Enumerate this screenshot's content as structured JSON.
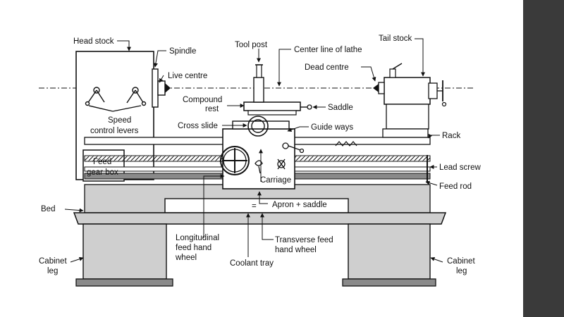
{
  "colors": {
    "background": "#ffffff",
    "side_bar": "#3a3a3a",
    "line": "#111111",
    "gray_fill": "#cfcfcf",
    "dark_fill": "#8a8a8a"
  },
  "labels": {
    "head_stock": "Head stock",
    "spindle": "Spindle",
    "tool_post": "Tool post",
    "center_line": "Center line of lathe",
    "tail_stock": "Tail stock",
    "live_centre": "Live centre",
    "dead_centre": "Dead centre",
    "compound_rest_1": "Compound",
    "compound_rest_2": "rest",
    "saddle": "Saddle",
    "speed_levers_1": "Speed",
    "speed_levers_2": "control levers",
    "cross_slide": "Cross slide",
    "guide_ways": "Guide ways",
    "rack": "Rack",
    "feed_gear_box_1": "Feed",
    "feed_gear_box_2": "gear box",
    "lead_screw": "Lead screw",
    "carriage": "Carriage",
    "feed_rod": "Feed rod",
    "bed": "Bed",
    "apron_saddle": "Apron + saddle",
    "apron_symbol": "=",
    "longitudinal_1": "Longitudinal",
    "longitudinal_2": "feed hand",
    "longitudinal_3": "wheel",
    "transverse_1": "Transverse feed",
    "transverse_2": "hand wheel",
    "coolant_tray": "Coolant tray",
    "cabinet_leg_left_1": "Cabinet",
    "cabinet_leg_left_2": "leg",
    "cabinet_leg_right_1": "Cabinet",
    "cabinet_leg_right_2": "leg"
  }
}
